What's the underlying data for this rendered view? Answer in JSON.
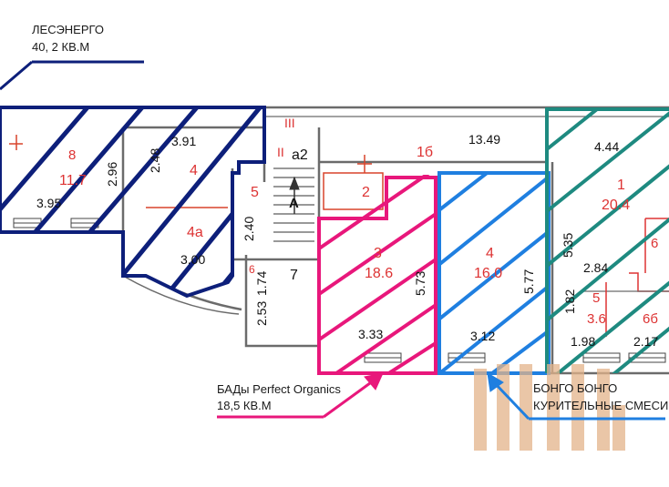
{
  "tenants": {
    "lesenergo": {
      "name": "ЛЕСЭНЕРГО",
      "area": "40, 2 КВ.М",
      "color": "#0d1f7a"
    },
    "bady": {
      "name": "БАДы Perfect Organics",
      "area": "18,5 КВ.М",
      "color": "#e8177b"
    },
    "bongo": {
      "name_line1": "БОНГО БОНГО",
      "name_line2": "КУРИТЕЛЬНЫЕ СМЕСИ",
      "color": "#1f7fe0"
    },
    "green": {
      "color": "#1e8a80"
    }
  },
  "plan": {
    "top_dim": "13.49",
    "corridor_dims": {
      "stair_3": "III",
      "stair_2": "II",
      "a2": "a2",
      "room_1b": "1б",
      "room_2": "2"
    },
    "left": {
      "room_label": "8",
      "area": "11.7",
      "dim_w": "3.95",
      "dim_h": "2.96",
      "room4_dim_top": "3.91",
      "room4_dim_h": "2.48",
      "room4": "4",
      "room4a": "4а",
      "room4a_dim": "3.00"
    },
    "stairs": {
      "room5": "5",
      "dim_240": "2.40",
      "arrow_label": "А",
      "room6": "6",
      "dim_174": "1.74",
      "room7": "7",
      "dim_253": "2.53"
    },
    "room3": {
      "num": "3",
      "area": "18.6",
      "dim_h": "5.73",
      "dim_w": "3.33"
    },
    "room4b": {
      "num": "4",
      "area": "16.0",
      "dim_h": "5.77",
      "dim_w": "3.12"
    },
    "right": {
      "dim_444": "4.44",
      "room1": "1",
      "area1": "20.4",
      "dim_535": "5.35",
      "dim_284": "2.84",
      "room5": "5",
      "area5": "3.6",
      "dim_182": "1.82",
      "room6b": "6б",
      "dim_198": "1.98",
      "dim_217": "2.17",
      "room6": "6"
    }
  }
}
